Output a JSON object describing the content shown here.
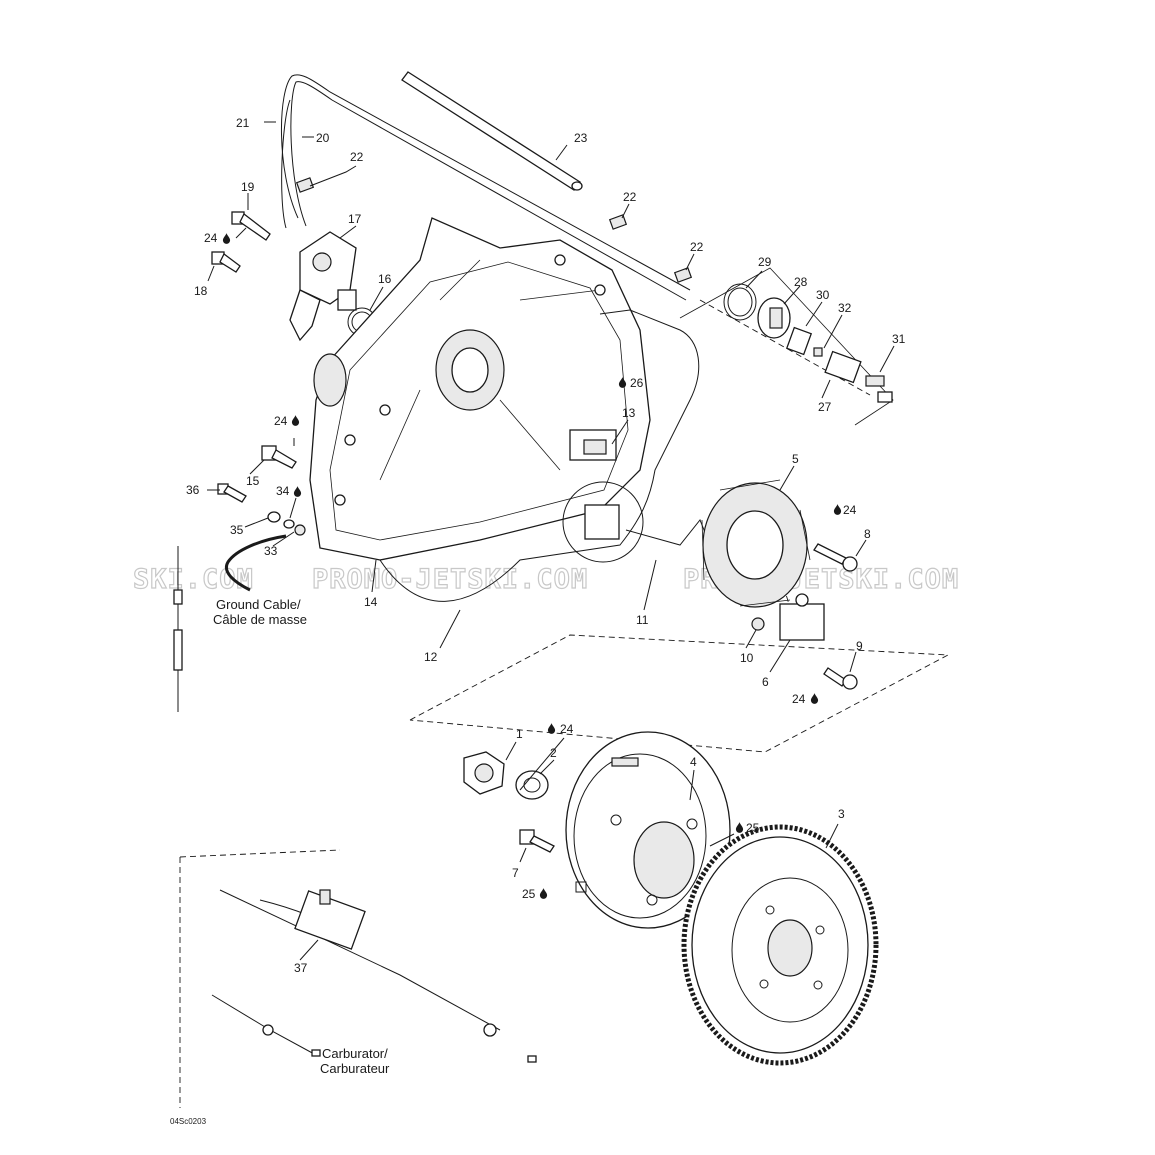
{
  "callouts": {
    "c1": "1",
    "c2": "2",
    "c3": "3",
    "c4": "4",
    "c5": "5",
    "c6": "6",
    "c7": "7",
    "c8": "8",
    "c9": "9",
    "c10": "10",
    "c11": "11",
    "c12": "12",
    "c13": "13",
    "c14": "14",
    "c15": "15",
    "c16": "16",
    "c17": "17",
    "c18": "18",
    "c19": "19",
    "c20": "20",
    "c21": "21",
    "c22a": "22",
    "c22b": "22",
    "c22c": "22",
    "c23": "23",
    "c24a": "24",
    "c24b": "24",
    "c24c": "24",
    "c24d": "24",
    "c24e": "24",
    "c25a": "25",
    "c25b": "25",
    "c26": "26",
    "c27": "27",
    "c28": "28",
    "c29": "29",
    "c30": "30",
    "c31": "31",
    "c32": "32",
    "c33": "33",
    "c34": "34",
    "c35": "35",
    "c36": "36",
    "c37": "37"
  },
  "captions": {
    "ground_en": "Ground Cable/",
    "ground_fr": "Câble de masse",
    "carb_en": "Carburator/",
    "carb_fr": "Carburateur"
  },
  "figure_code": "04Sc0203",
  "watermark": {
    "left": "SKI.COM",
    "mid": "PROMO-JETSKI.COM",
    "right": "PROMO-JETSKI.COM"
  },
  "colors": {
    "ink": "#1a1a1a",
    "watermark": "#c8c8c8",
    "background": "#ffffff"
  },
  "icons": {
    "lubricant": "oil-drop-icon"
  }
}
